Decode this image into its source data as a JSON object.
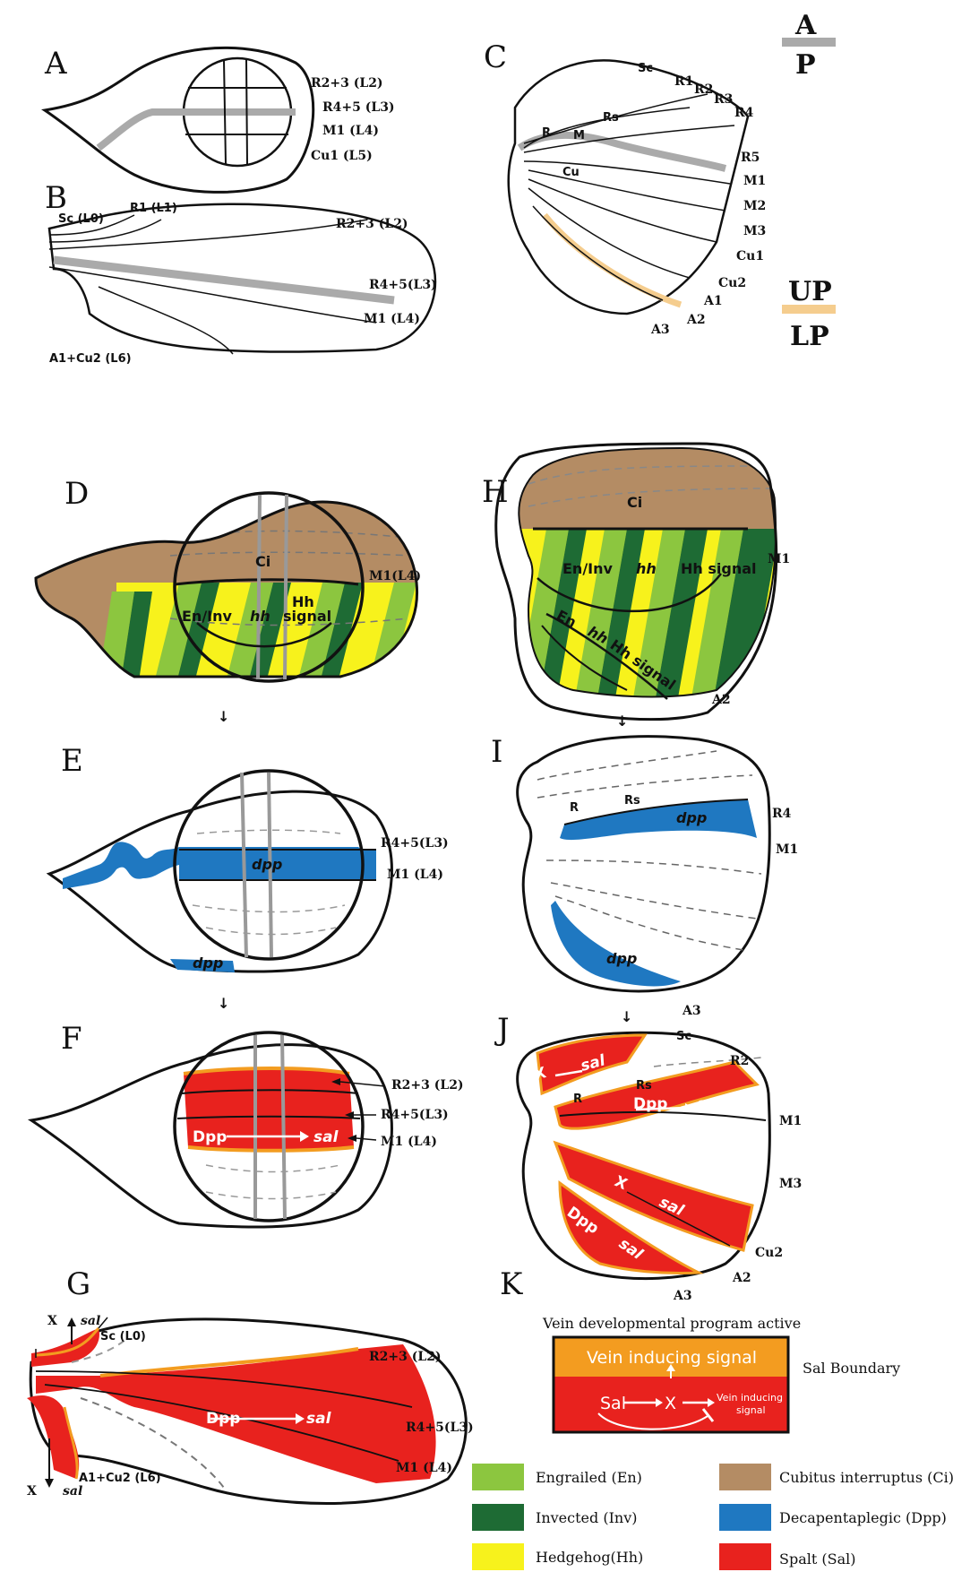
{
  "panels": {
    "A": "A",
    "B": "B",
    "C": "C",
    "D": "D",
    "E": "E",
    "F": "F",
    "G": "G",
    "H": "H",
    "I": "I",
    "J": "J",
    "K": "K"
  },
  "orientation": {
    "a": "A",
    "p": "P",
    "up": "UP",
    "lp": "LP"
  },
  "panel_a": {
    "l2": "R2+3 (L2)",
    "l3": "R4+5 (L3)",
    "l4": "M1 (L4)",
    "l5": "Cu1 (L5)"
  },
  "panel_b": {
    "l0": "Sc (L0)",
    "l1": "R1 (L1)",
    "l2": "R2+3 (L2)",
    "l3": "R4+5(L3)",
    "l4": "M1 (L4)",
    "l6": "A1+Cu2 (L6)"
  },
  "panel_c": {
    "sc": "Sc",
    "r1": "R1",
    "r2": "R2",
    "r3": "R3",
    "r4": "R4",
    "r": "R",
    "m": "M",
    "rs": "Rs",
    "cu": "Cu",
    "r5": "R5",
    "m1": "M1",
    "m2": "M2",
    "m3": "M3",
    "cu1": "Cu1",
    "cu2": "Cu2",
    "a1": "A1",
    "a2": "A2",
    "a3": "A3"
  },
  "panel_d": {
    "ci": "Ci",
    "en_inv": "En/Inv",
    "hh": "hh",
    "hh_signal_1": "Hh",
    "hh_signal_2": "signal",
    "m1": "M1(L4)"
  },
  "panel_e": {
    "dpp": "dpp",
    "dpp2": "dpp",
    "l3": "R4+5(L3)",
    "l4": "M1 (L4)"
  },
  "panel_f": {
    "dpp": "Dpp",
    "sal": "sal",
    "l2": "R2+3 (L2)",
    "l3": "R4+5(L3)",
    "l4": "M1 (L4)"
  },
  "panel_g": {
    "x_top": "X",
    "sal_top": "sal",
    "x_bot": "X",
    "sal_bot": "sal",
    "l0": "Sc (L0)",
    "l2": "R2+3 (L2)",
    "dpp": "Dpp",
    "sal": "sal",
    "l3": "R4+5(L3)",
    "l4": "M1 (L4)",
    "l6": "A1+Cu2 (L6)"
  },
  "panel_h": {
    "ci": "Ci",
    "en_inv": "En/Inv",
    "hh": "hh",
    "hh_signal": "Hh signal",
    "m1": "M1",
    "en2": "En",
    "hh2": "hh",
    "hh_signal2": "Hh signal",
    "a2": "A2"
  },
  "panel_i": {
    "r": "R",
    "rs": "Rs",
    "dpp": "dpp",
    "r4": "R4",
    "m1": "M1",
    "dpp2": "dpp",
    "a3": "A3"
  },
  "panel_j": {
    "x1": "X",
    "sal1": "sal",
    "sc": "Sc",
    "r2": "R2",
    "r": "R",
    "rs": "Rs",
    "dpp": "Dpp",
    "sal2": "sal",
    "m1": "M1",
    "m3": "M3",
    "x2": "X",
    "sal3": "sal",
    "dpp2": "Dpp",
    "sal4": "sal",
    "cu2": "Cu2",
    "a2": "A2",
    "a3": "A3"
  },
  "panel_k": {
    "title": "Vein developmental program active",
    "top": "Vein inducing signal",
    "sal": "Sal",
    "x": "X",
    "vis_1": "Vein inducing",
    "vis_2": "signal",
    "boundary": "Sal Boundary"
  },
  "legend": [
    {
      "label": "Engrailed (En)",
      "color": "#8cc63f"
    },
    {
      "label": "Invected (Inv)",
      "color": "#1e6b34"
    },
    {
      "label": "Hedgehog(Hh)",
      "color": "#f7f21c"
    },
    {
      "label": "Cubitus interruptus (Ci)",
      "color": "#b48c64"
    },
    {
      "label": "Decapentaplegic (Dpp)",
      "color": "#1f78c1"
    },
    {
      "label": "Spalt (Sal)",
      "color": "#e8221e"
    }
  ],
  "colors": {
    "sal_red": "#e8221e",
    "boundary_orange": "#f39c20",
    "dpp_blue": "#1f78c1",
    "ci_brown": "#b48c64",
    "ap_grey": "#aaaaaa",
    "uplp_tan": "#f5cd8e"
  }
}
